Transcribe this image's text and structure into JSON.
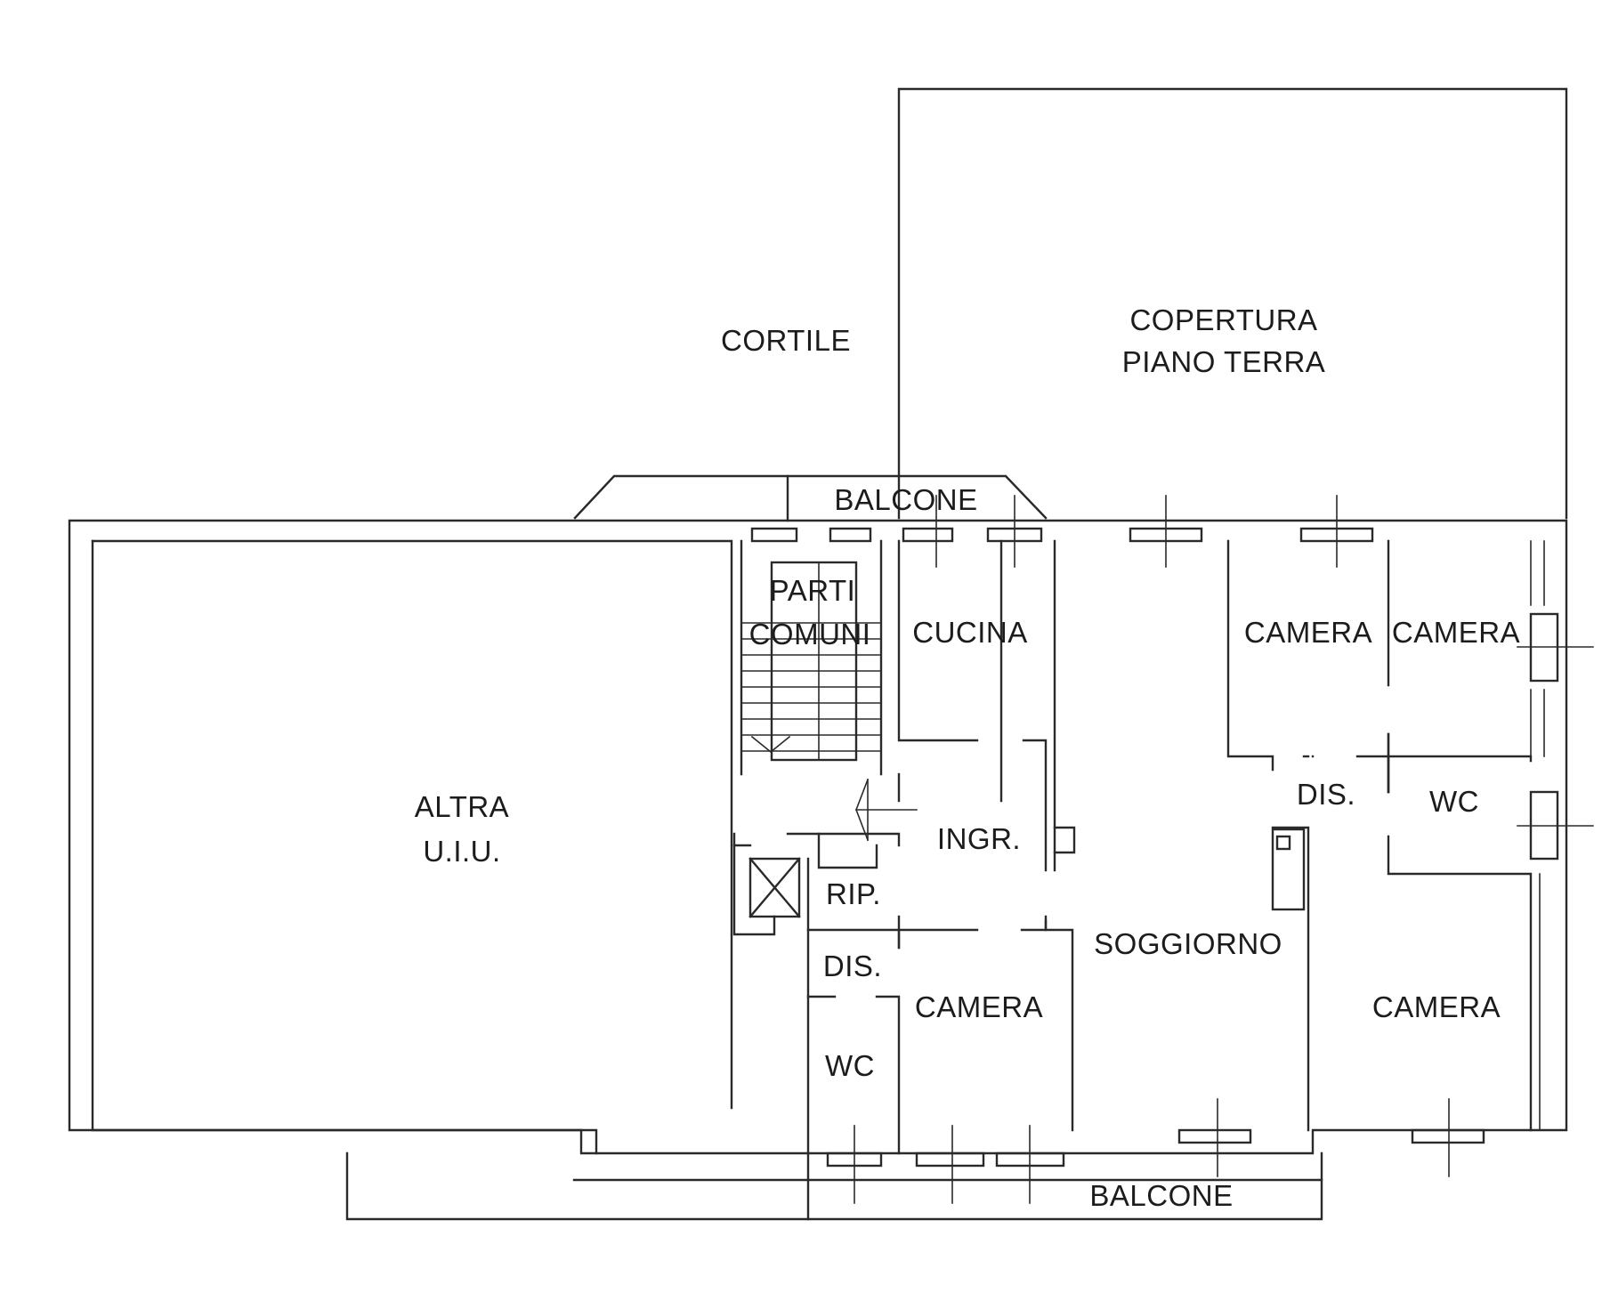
{
  "plan": {
    "labels": {
      "cortile": "CORTILE",
      "copertura_1": "COPERTURA",
      "copertura_2": "PIANO TERRA",
      "balcone_top": "BALCONE",
      "balcone_bottom": "BALCONE",
      "parti_1": "PARTI",
      "parti_2": "COMUNI",
      "cucina": "CUCINA",
      "camera_top_1": "CAMERA",
      "camera_top_2": "CAMERA",
      "altra_1": "ALTRA",
      "altra_2": "U.I.U.",
      "ingr": "INGR.",
      "dis_right": "DIS.",
      "wc_right": "WC",
      "rip": "RIP.",
      "soggiorno": "SOGGIORNO",
      "dis_left": "DIS.",
      "camera_bottom_mid": "CAMERA",
      "camera_bottom_right": "CAMERA",
      "wc_left": "WC"
    }
  }
}
